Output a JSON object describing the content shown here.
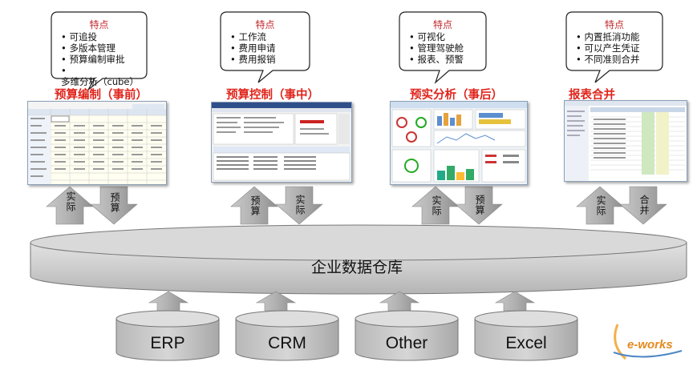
{
  "sections": [
    {
      "bubble_title": "特点",
      "bubble_items": [
        "可追投",
        "多版本管理",
        "预算编制审批",
        "多维分析（cube）"
      ],
      "title": "预算编制（事前）",
      "arrows": [
        {
          "dir": "up",
          "label": "实际"
        },
        {
          "dir": "down",
          "label": "预算"
        }
      ]
    },
    {
      "bubble_title": "特点",
      "bubble_items": [
        "工作流",
        "费用申请",
        "费用报销"
      ],
      "title": "预算控制（事中）",
      "arrows": [
        {
          "dir": "up",
          "label": "预算"
        },
        {
          "dir": "down",
          "label": "实际"
        }
      ]
    },
    {
      "bubble_title": "特点",
      "bubble_items": [
        "可视化",
        "管理驾驶舱",
        "报表、预警"
      ],
      "title": "预实分析（事后）",
      "arrows": [
        {
          "dir": "up",
          "label": "实际"
        },
        {
          "dir": "down",
          "label": "预算"
        }
      ]
    },
    {
      "bubble_title": "特点",
      "bubble_items": [
        "内置抵消功能",
        "可以产生凭证",
        "不同准则合并"
      ],
      "title": "报表合并",
      "arrows": [
        {
          "dir": "up",
          "label": "实际"
        },
        {
          "dir": "down",
          "label": "合并"
        }
      ]
    }
  ],
  "warehouse": {
    "label": "企业数据仓库"
  },
  "sources": [
    "ERP",
    "CRM",
    "Other",
    "Excel"
  ],
  "watermark": "e-works",
  "colors": {
    "title_red": "#e0241b",
    "arrow_gray": "#a6a6a6",
    "cylinder_gray": "#c8c8c8"
  }
}
